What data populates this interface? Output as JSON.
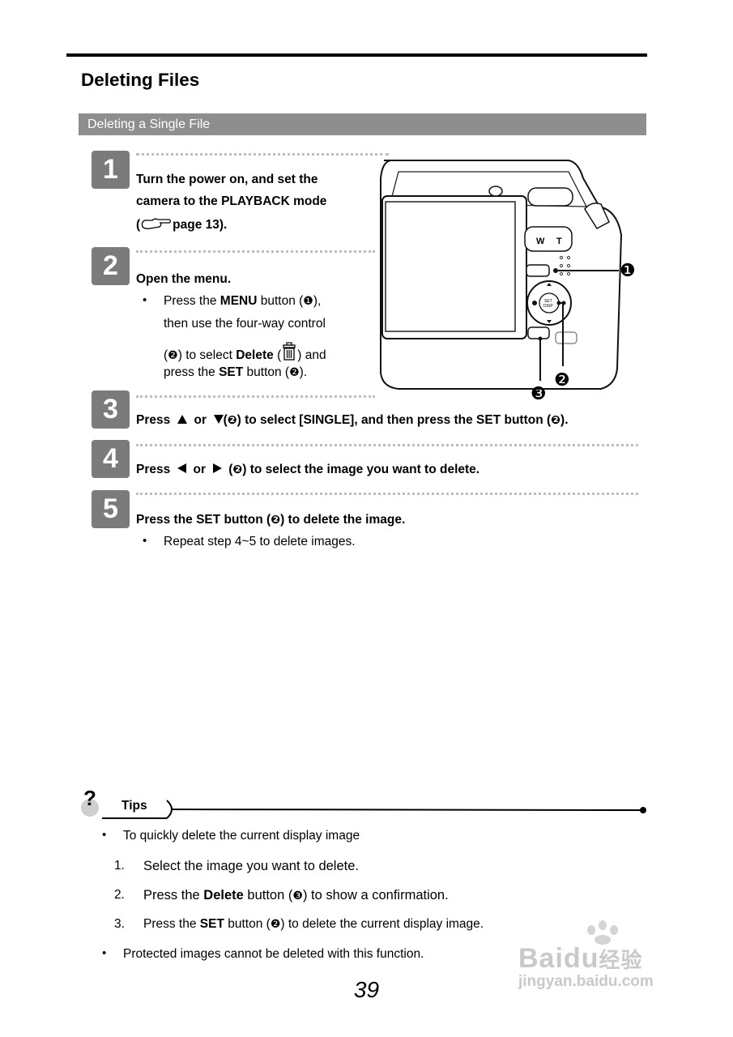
{
  "page_title": "Deleting Files",
  "section_title": "Deleting a Single File",
  "steps": [
    {
      "number": "1",
      "lines": [
        "Turn the power on, and set the",
        "camera to the PLAYBACK mode",
        "page 13)."
      ],
      "ref_open": "("
    },
    {
      "number": "2",
      "title": "Open the menu.",
      "bullet": {
        "l1_a": "Press the ",
        "l1_b": "MENU",
        "l1_c": " button (",
        "l1_d": "❶",
        "l1_e": "),",
        "l2": "then use the four-way control",
        "l3_a": "(",
        "l3_b": "❷",
        "l3_c": ") to select ",
        "l3_d": "Delete",
        "l3_e": " (",
        "l3_f": ") and",
        "l4_a": "press the ",
        "l4_b": "SET",
        "l4_c": " button (",
        "l4_d": "❷",
        "l4_e": ")."
      }
    },
    {
      "number": "3",
      "a": "Press",
      "b": "or",
      "c": "(",
      "d": "❷",
      "e": ") to select [SINGLE], and then press the SET button (",
      "f": "❷",
      "g": ")."
    },
    {
      "number": "4",
      "a": "Press",
      "b": "or",
      "c": "(",
      "d": "❷",
      "e": ") to select the image you want to delete."
    },
    {
      "number": "5",
      "a": "Press the SET button (",
      "b": "❷",
      "c": ") to delete the image.",
      "bullet": "Repeat step 4~5 to delete images."
    }
  ],
  "camera": {
    "zoom_w": "W",
    "zoom_t": "T",
    "set_label": "SET",
    "disp_label": "DISP",
    "callouts": [
      "❶",
      "❷",
      "❸"
    ]
  },
  "tips": {
    "label": "Tips",
    "q": "?",
    "b1": "To quickly delete the current display image",
    "items": [
      {
        "n": "1.",
        "text": "Select the image you want to delete."
      },
      {
        "n": "2.",
        "a": "Press the ",
        "b": "Delete",
        "c": " button (",
        "d": "❸",
        "e": ") to show a confirmation."
      },
      {
        "n": "3.",
        "a": "Press the ",
        "b": "SET",
        "c": " button (",
        "d": "❷",
        "e": ") to delete the current display image."
      }
    ],
    "b2": "Protected images cannot be deleted with this function."
  },
  "page_number": "39",
  "watermark": {
    "brand": "Bai",
    "brand2": "du",
    "cn": "经验",
    "url": "jingyan.baidu.com"
  }
}
